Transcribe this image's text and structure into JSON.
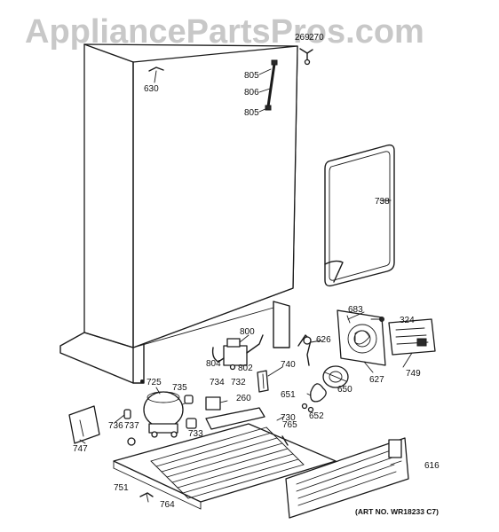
{
  "watermark": "AppliancePartsPros.com",
  "art_number": "(ART NO. WR18233 C7)",
  "callouts": {
    "c630": "630",
    "c805a": "805",
    "c806": "806",
    "c805b": "805",
    "c269": "269",
    "c270": "270",
    "c738": "738",
    "c683": "683",
    "c324": "324",
    "c800": "800",
    "c626": "626",
    "c804": "804",
    "c802": "802",
    "c740": "740",
    "c749": "749",
    "c627": "627",
    "c650": "650",
    "c725": "725",
    "c735": "735",
    "c734": "734",
    "c732": "732",
    "c651": "651",
    "c652": "652",
    "c260": "260",
    "c736": "736",
    "c737": "737",
    "c733": "733",
    "c730": "730",
    "c765": "765",
    "c747": "747",
    "c616": "616",
    "c751": "751",
    "c764": "764"
  }
}
